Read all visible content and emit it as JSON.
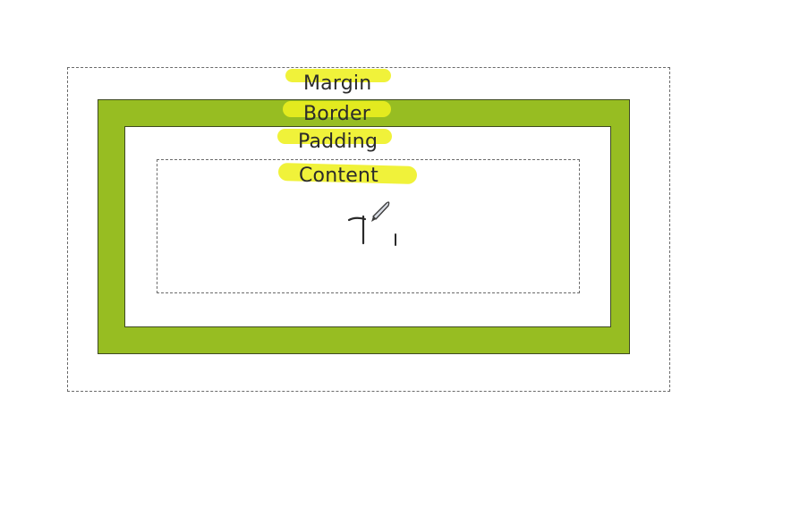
{
  "diagram": {
    "labels": {
      "margin": "Margin",
      "border": "Border",
      "padding": "Padding",
      "content": "Content"
    },
    "highlight_color": "#eef01f",
    "border_fill_color": "#97bd22",
    "icons": {
      "cursor": "text-cursor-icon",
      "pen": "pen-icon"
    }
  }
}
